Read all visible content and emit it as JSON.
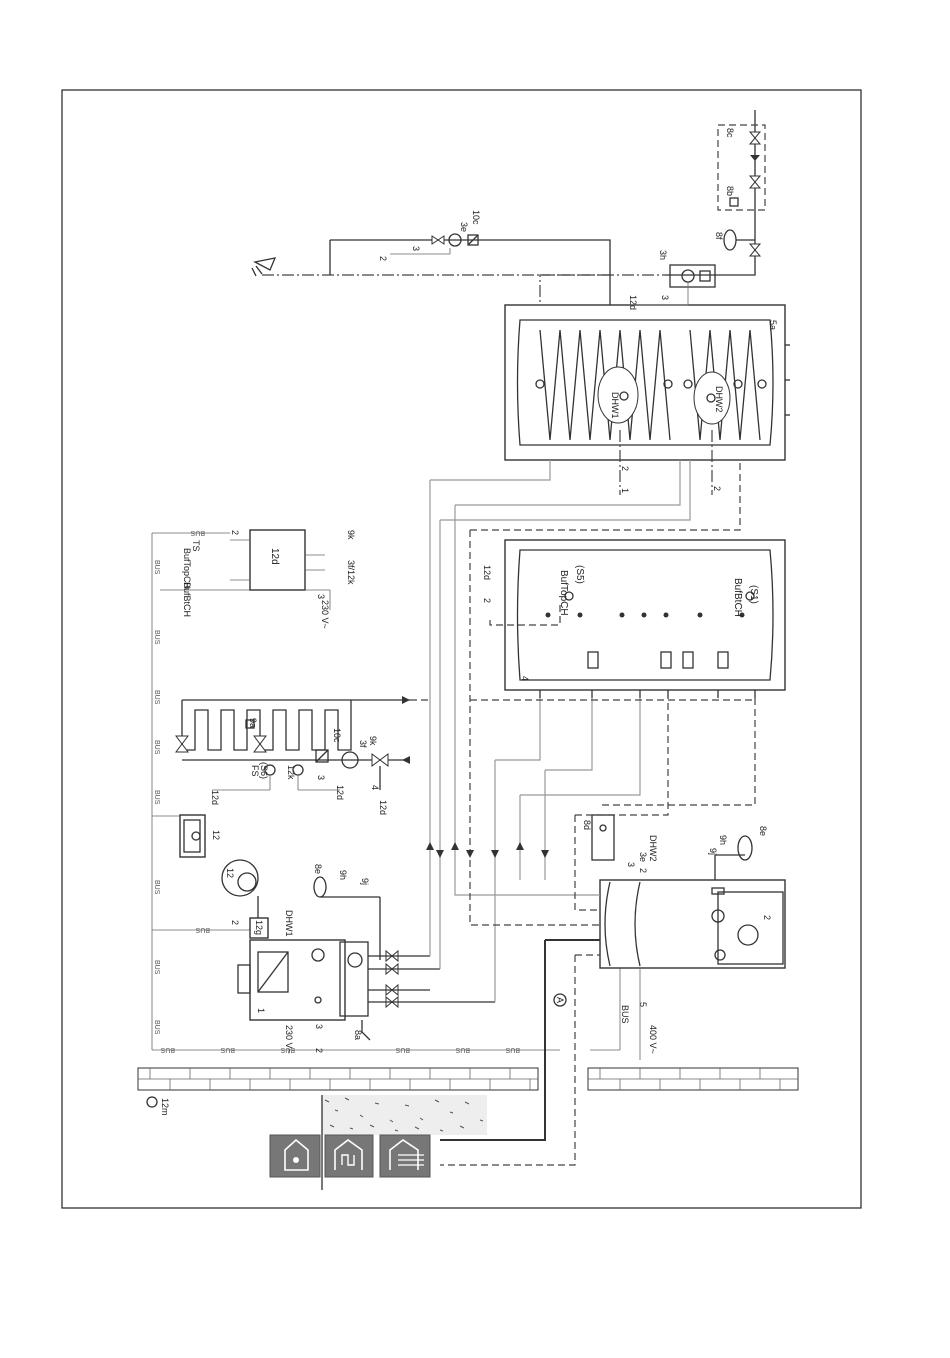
{
  "labels": {
    "tank_5a": "5a",
    "dhw1": "DHW1",
    "dhw2": "DHW2",
    "tank_4": "4",
    "buftopch": "BufTopCH",
    "s5": "(S5)",
    "bufbtch": "BufBtCH",
    "s1": "(S1)",
    "ctrl_12d": "12d",
    "buftopch_small": "BufTopCH",
    "ts": "TS",
    "bufbtch_small": "BufBtCH",
    "ref_3f12k": "3f/12k",
    "ref_9k": "9k",
    "v230_ctrl": "230 V~",
    "n2_ctrl": "2",
    "n3_ctrl": "3",
    "fs": "FS",
    "s6": "(S6)",
    "ref_9a": "9a",
    "ref_10c_floor": "10c",
    "ref_3f": "3f",
    "ref_9k_mix": "9k",
    "ref_12k": "12k",
    "ref_12d_floor": "12d",
    "ref_12d_floor2": "12d",
    "n3_floor": "3",
    "n4_floor": "4",
    "ref_12d_mix": "12d",
    "ref_12": "12",
    "ref_12g": "12g",
    "ref_12_boiler": "12",
    "ref_8e_boiler": "8e",
    "ref_9h_boiler": "9h",
    "ref_9j_boiler": "9j",
    "dhw1_boiler": "DHW1",
    "boiler_1": "1",
    "v230_boiler": "230 V~",
    "n3_boiler": "3",
    "n2_boiler": "2",
    "ref_8a": "8a",
    "ref_8d": "8d",
    "ref_3e_hp": "3e",
    "dhw2_hp": "DHW2",
    "n3_hp": "3",
    "n2_hp": "2",
    "ref_9h_hp": "9h",
    "ref_9j_hp": "9j",
    "ref_8e_hp": "8e",
    "hp_2": "2",
    "bus_hp": "BUS",
    "v400": "400 V~",
    "n5_hp": "5",
    "circle_a": "A",
    "ref_12m": "12m",
    "ref_3e_top": "3e",
    "ref_10c_top": "10c",
    "n3_top": "3",
    "n2_top": "2",
    "ref_3h": "3h",
    "n3_3h": "3",
    "ref_12d_3h": "12d",
    "ref_8f": "8f",
    "ref_8c": "8c",
    "ref_8b": "8b",
    "n1_dhw1": "1",
    "n2_dhw1": "2",
    "n2_dhw2": "2",
    "n2_buf": "2",
    "ref_12d_buf": "12d",
    "bus": "BUS"
  },
  "colors": {
    "line": "#333333",
    "tile_bg": "#777777",
    "tile_fg": "#ffffff",
    "ground_hatch": "#555555"
  },
  "icons": [
    "house-boiler-icon",
    "house-heating-icon",
    "house-heatpump-icon",
    "shower-icon",
    "pump-icon",
    "valve-icon",
    "expansion-vessel-icon",
    "thermostat-icon"
  ]
}
